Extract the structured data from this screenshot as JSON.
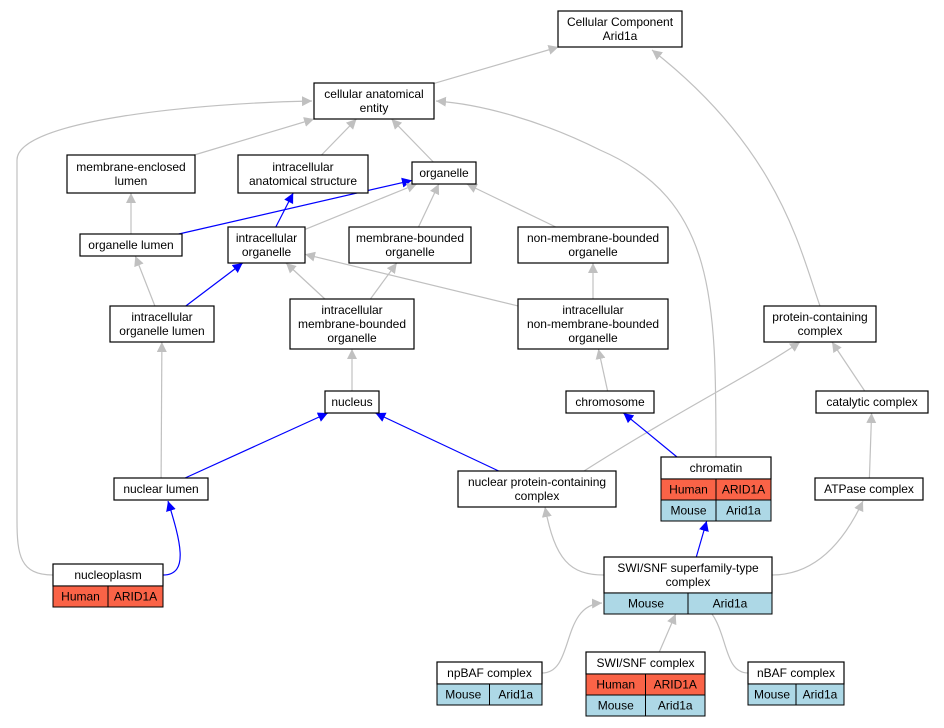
{
  "colors": {
    "edge_gray": "#c0c0c0",
    "edge_blue": "#0000ff",
    "human_fill": "#fa6347",
    "mouse_fill": "#add8e6"
  },
  "nodes": {
    "root": {
      "lines": [
        "Cellular Component",
        "Arid1a"
      ]
    },
    "cae": {
      "lines": [
        "cellular anatomical",
        "entity"
      ]
    },
    "mel": {
      "lines": [
        "membrane-enclosed",
        "lumen"
      ]
    },
    "ias": {
      "lines": [
        "intracellular",
        "anatomical structure"
      ]
    },
    "organelle": {
      "lines": [
        "organelle"
      ]
    },
    "orglumen": {
      "lines": [
        "organelle lumen"
      ]
    },
    "intorg": {
      "lines": [
        "intracellular",
        "organelle"
      ]
    },
    "mbo": {
      "lines": [
        "membrane-bounded",
        "organelle"
      ]
    },
    "nmbo": {
      "lines": [
        "non-membrane-bounded",
        "organelle"
      ]
    },
    "iol": {
      "lines": [
        "intracellular",
        "organelle lumen"
      ]
    },
    "imbo": {
      "lines": [
        "intracellular",
        "membrane-bounded",
        "organelle"
      ]
    },
    "inmbo": {
      "lines": [
        "intracellular",
        "non-membrane-bounded",
        "organelle"
      ]
    },
    "pcc": {
      "lines": [
        "protein-containing",
        "complex"
      ]
    },
    "nucleus": {
      "lines": [
        "nucleus"
      ]
    },
    "chromosome": {
      "lines": [
        "chromosome"
      ]
    },
    "catalytic": {
      "lines": [
        "catalytic complex"
      ]
    },
    "nuclumen": {
      "lines": [
        "nuclear lumen"
      ]
    },
    "npcc": {
      "lines": [
        "nuclear protein-containing",
        "complex"
      ]
    },
    "chromatin": {
      "lines": [
        "chromatin"
      ],
      "rows": [
        [
          "Human",
          "ARID1A"
        ],
        [
          "Mouse",
          "Arid1a"
        ]
      ]
    },
    "atpase": {
      "lines": [
        "ATPase complex"
      ]
    },
    "nucleoplasm": {
      "lines": [
        "nucleoplasm"
      ],
      "rows": [
        [
          "Human",
          "ARID1A"
        ]
      ]
    },
    "swisnf_super": {
      "lines": [
        "SWI/SNF superfamily-type",
        "complex"
      ],
      "rows": [
        [
          "Mouse",
          "Arid1a"
        ]
      ]
    },
    "npbaf": {
      "lines": [
        "npBAF complex"
      ],
      "rows": [
        [
          "Mouse",
          "Arid1a"
        ]
      ]
    },
    "swisnf": {
      "lines": [
        "SWI/SNF complex"
      ],
      "rows": [
        [
          "Human",
          "ARID1A"
        ],
        [
          "Mouse",
          "Arid1a"
        ]
      ]
    },
    "nbaf": {
      "lines": [
        "nBAF complex"
      ],
      "rows": [
        [
          "Mouse",
          "Arid1a"
        ]
      ]
    }
  },
  "edges": [
    {
      "from": "cae",
      "to": "root",
      "color": "gray"
    },
    {
      "from": "pcc",
      "to": "root",
      "color": "gray"
    },
    {
      "from": "mel",
      "to": "cae",
      "color": "gray"
    },
    {
      "from": "ias",
      "to": "cae",
      "color": "gray"
    },
    {
      "from": "organelle",
      "to": "cae",
      "color": "gray"
    },
    {
      "from": "nucleoplasm",
      "to": "cae",
      "color": "gray"
    },
    {
      "from": "chromatin",
      "to": "cae",
      "color": "gray"
    },
    {
      "from": "orglumen",
      "to": "mel",
      "color": "gray"
    },
    {
      "from": "orglumen",
      "to": "organelle",
      "color": "blue"
    },
    {
      "from": "intorg",
      "to": "ias",
      "color": "blue"
    },
    {
      "from": "intorg",
      "to": "organelle",
      "color": "gray"
    },
    {
      "from": "mbo",
      "to": "organelle",
      "color": "gray"
    },
    {
      "from": "nmbo",
      "to": "organelle",
      "color": "gray"
    },
    {
      "from": "iol",
      "to": "orglumen",
      "color": "gray"
    },
    {
      "from": "iol",
      "to": "intorg",
      "color": "blue"
    },
    {
      "from": "imbo",
      "to": "intorg",
      "color": "gray"
    },
    {
      "from": "imbo",
      "to": "mbo",
      "color": "gray"
    },
    {
      "from": "inmbo",
      "to": "intorg",
      "color": "gray"
    },
    {
      "from": "inmbo",
      "to": "nmbo",
      "color": "gray"
    },
    {
      "from": "nucleus",
      "to": "imbo",
      "color": "gray"
    },
    {
      "from": "chromosome",
      "to": "inmbo",
      "color": "gray"
    },
    {
      "from": "catalytic",
      "to": "pcc",
      "color": "gray"
    },
    {
      "from": "nuclumen",
      "to": "iol",
      "color": "gray"
    },
    {
      "from": "nuclumen",
      "to": "nucleus",
      "color": "blue"
    },
    {
      "from": "npcc",
      "to": "nucleus",
      "color": "blue"
    },
    {
      "from": "npcc",
      "to": "pcc",
      "color": "gray"
    },
    {
      "from": "chromatin",
      "to": "chromosome",
      "color": "blue"
    },
    {
      "from": "atpase",
      "to": "catalytic",
      "color": "gray"
    },
    {
      "from": "nucleoplasm",
      "to": "nuclumen",
      "color": "blue"
    },
    {
      "from": "swisnf_super",
      "to": "npcc",
      "color": "gray"
    },
    {
      "from": "swisnf_super",
      "to": "chromatin",
      "color": "blue"
    },
    {
      "from": "swisnf_super",
      "to": "atpase",
      "color": "gray"
    },
    {
      "from": "npbaf",
      "to": "swisnf_super",
      "color": "gray"
    },
    {
      "from": "swisnf",
      "to": "swisnf_super",
      "color": "gray"
    },
    {
      "from": "nbaf",
      "to": "swisnf_super",
      "color": "gray"
    }
  ]
}
